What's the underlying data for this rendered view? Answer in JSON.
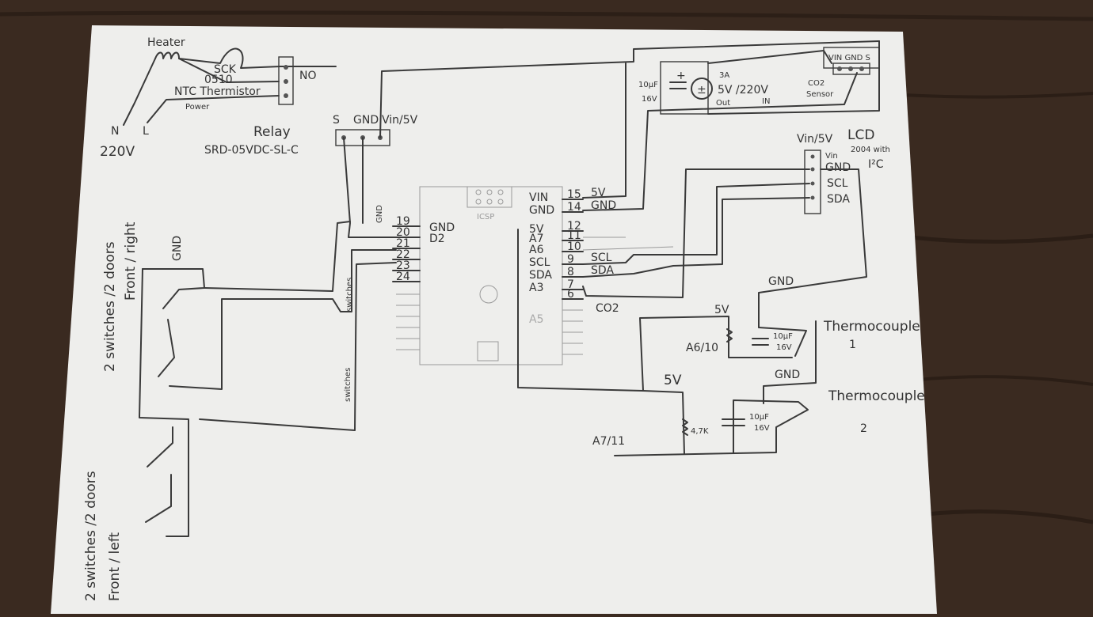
{
  "heater": {
    "title": "Heater",
    "sck_label": "SCK",
    "sck_code": "0510",
    "ntc_label": "NTC Thermistor",
    "power_label": "Power",
    "no_label": "NO",
    "n_label": "N",
    "l_label": "L",
    "voltage": "220V"
  },
  "relay": {
    "title": "Relay",
    "model": "SRD-05VDC-SL-C",
    "pin_s": "S",
    "pin_gnd": "GND",
    "pin_vin": "Vin/5V"
  },
  "board": {
    "icsp_label": "ICSP",
    "left_pins": [
      {
        "num": "19",
        "label": "GND"
      },
      {
        "num": "20",
        "label": "D2"
      },
      {
        "num": "21",
        "label": ""
      },
      {
        "num": "22",
        "label": ""
      },
      {
        "num": "23",
        "label": ""
      },
      {
        "num": "24",
        "label": ""
      }
    ],
    "right_pins": [
      {
        "name": "VIN",
        "num": "15",
        "wire": "5V"
      },
      {
        "name": "GND",
        "num": "14",
        "wire": "GND"
      },
      {
        "name": "5V",
        "num": "12",
        "wire": ""
      },
      {
        "name": "A7",
        "num": "11",
        "wire": ""
      },
      {
        "name": "A6",
        "num": "10",
        "wire": ""
      },
      {
        "name": "SCL",
        "num": "9",
        "wire": "SCL"
      },
      {
        "name": "SDA",
        "num": "8",
        "wire": "SDA"
      },
      {
        "name": "A3",
        "num": "7",
        "wire": ""
      },
      {
        "name": "",
        "num": "6",
        "wire": ""
      }
    ],
    "co2_label": "CO2",
    "a5_label": "A5",
    "gnd_tag": "GND",
    "switches_tag": "switches"
  },
  "power": {
    "cap_value": "10μF",
    "cap_voltage": "16V",
    "current": "3A",
    "voltage": "5V /220V",
    "out": "Out",
    "in": "IN"
  },
  "co2_sensor": {
    "pins": "VIN GND S",
    "label_top": "CO2",
    "label_bottom": "Sensor"
  },
  "lcd": {
    "vin_label": "Vin/5V",
    "title": "LCD",
    "model": "2004 with",
    "i2c": "I²C",
    "pins": [
      "Vin",
      "GND",
      "SCL",
      "SDA"
    ]
  },
  "thermocouple1": {
    "label": "Thermocouple",
    "num": "1",
    "gnd": "GND",
    "v5": "5V",
    "pin": "A6/10",
    "cap": "10μF",
    "cap_v": "16V"
  },
  "thermocouple2": {
    "label": "Thermocouple",
    "num": "2",
    "gnd": "GND",
    "v5": "5V",
    "pin": "A7/11",
    "resistor": "4,7K",
    "cap": "10μF",
    "cap_v": "16V"
  },
  "switches_right": {
    "line1": "2 switches /2 doors",
    "line2": "Front / right",
    "gnd": "GND"
  },
  "switches_left": {
    "line1": "2 switches /2 doors",
    "line2": "Front / left"
  }
}
